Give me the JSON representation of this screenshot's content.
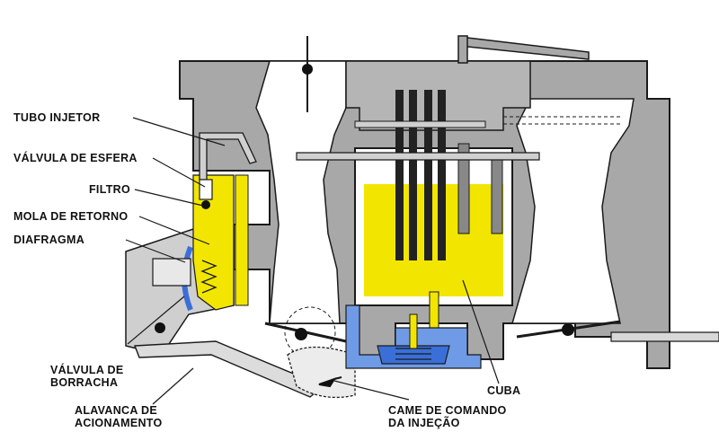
{
  "colors": {
    "body": "#a8a8a8",
    "body_dark": "#7a7a7a",
    "fuel": "#f2e600",
    "diaphragm_blue": "#3b6fd8",
    "pump_blue": "#6f9be6",
    "outline": "#1a1a1a",
    "paper": "#ffffff"
  },
  "labels": {
    "tubo_injetor": "TUBO INJETOR",
    "valvula_esfera": "VÁLVULA DE ESFERA",
    "filtro": "FILTRO",
    "mola_retorno": "MOLA DE RETORNO",
    "diafragma": "DIAFRAGMA",
    "valvula_borracha_1": "VÁLVULA DE",
    "valvula_borracha_2": "BORRACHA",
    "alavanca_1": "ALAVANCA DE",
    "alavanca_2": "ACIONAMENTO",
    "cuba": "CUBA",
    "came_1": "CAME DE COMANDO",
    "came_2": "DA INJEÇÃO"
  }
}
